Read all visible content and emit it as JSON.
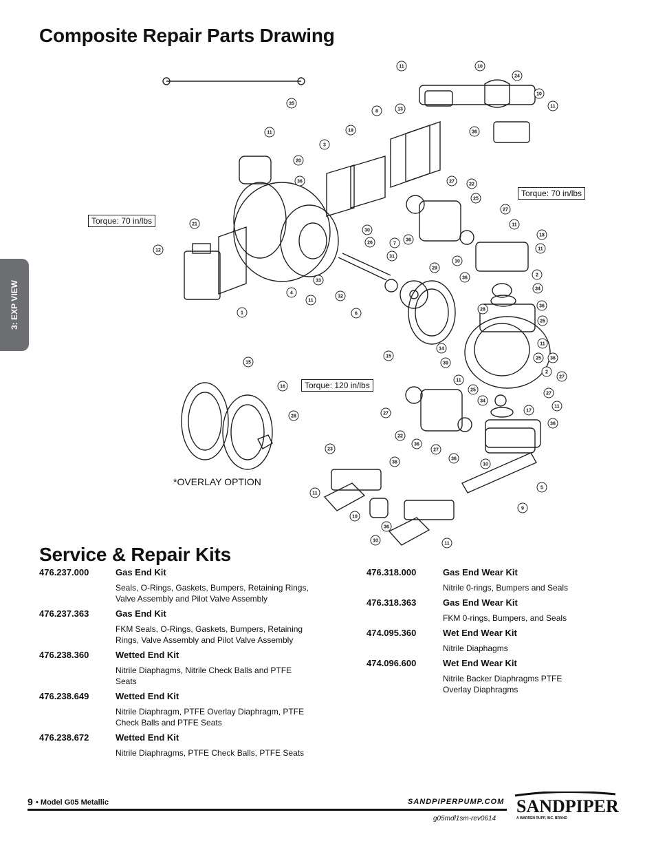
{
  "titles": {
    "drawing": "Composite Repair Parts Drawing",
    "kits": "Service & Repair Kits"
  },
  "side_tab": "3: EXP VIEW",
  "drawing": {
    "torque_notes": [
      "Torque: 70 in/lbs",
      "Torque: 70 in/lbs",
      "Torque: 120 in/lbs"
    ],
    "overlay_note": "*OVERLAY OPTION",
    "callout_numbers": [
      "35",
      "11",
      "10",
      "24",
      "10",
      "11",
      "8",
      "13",
      "36",
      "19",
      "3",
      "11",
      "20",
      "36",
      "27",
      "22",
      "25",
      "27",
      "11",
      "18",
      "11",
      "21",
      "12",
      "30",
      "26",
      "7",
      "31",
      "36",
      "10",
      "36",
      "2",
      "34",
      "32",
      "6",
      "29",
      "33",
      "4",
      "11",
      "1",
      "28",
      "36",
      "25",
      "15",
      "14",
      "39",
      "11",
      "25",
      "36",
      "2",
      "27",
      "15",
      "16",
      "28",
      "27",
      "22",
      "36",
      "25",
      "11",
      "34",
      "27",
      "17",
      "11",
      "36",
      "27",
      "36",
      "10",
      "23",
      "36",
      "11",
      "5",
      "9",
      "10",
      "36",
      "10",
      "11"
    ]
  },
  "kits_left": [
    {
      "number": "476.237.000",
      "name": "Gas End Kit",
      "desc": [
        "Seals, O-Rings, Gaskets, Bumpers, Retaining Rings,",
        "Valve Assembly and Pilot Valve Assembly"
      ]
    },
    {
      "number": "476.237.363",
      "name": "Gas End Kit",
      "desc": [
        "FKM Seals, O-Rings, Gaskets, Bumpers, Retaining",
        "Rings, Valve Assembly and Pilot Valve Assembly"
      ]
    },
    {
      "number": "476.238.360",
      "name": "Wetted End Kit",
      "desc": [
        "Nitrile Diaphagms, Nitrile Check Balls and PTFE Seats",
        ""
      ]
    },
    {
      "number": "476.238.649",
      "name": "Wetted End Kit",
      "desc": [
        "Nitrile Diaphragm, PTFE Overlay Diaphragm, PTFE",
        "Check Balls and PTFE Seats"
      ]
    },
    {
      "number": "476.238.672",
      "name": "Wetted End Kit",
      "desc": [
        "Nitrile Diaphragms, PTFE Check Balls, PTFE Seats",
        ""
      ]
    }
  ],
  "kits_right": [
    {
      "number": "476.318.000",
      "name": "Gas End Wear Kit",
      "desc": [
        "Nitrile 0-rings, Bumpers and Seals",
        ""
      ]
    },
    {
      "number": "476.318.363",
      "name": "Gas End Wear Kit",
      "desc": [
        "FKM 0-rings, Bumpers, and Seals",
        ""
      ]
    },
    {
      "number": "474.095.360",
      "name": "Wet End Wear Kit",
      "desc": [
        "Nitrile Diaphagms",
        ""
      ]
    },
    {
      "number": "474.096.600",
      "name": "Wet End Wear Kit",
      "desc": [
        "Nitrile Backer Diaphragms PTFE",
        "Overlay Diaphragms"
      ]
    }
  ],
  "footer": {
    "page_number": "9",
    "model": "• Model G05 Metallic",
    "website": "SANDPIPERPUMP.COM",
    "doc_code": "g05mdl1sm-rev0614",
    "logo_text": "SANDPIPER",
    "logo_subtext": "A WARREN RUPP, INC. BRAND"
  },
  "colors": {
    "side_tab": "#6d6e71",
    "text": "#111111"
  }
}
